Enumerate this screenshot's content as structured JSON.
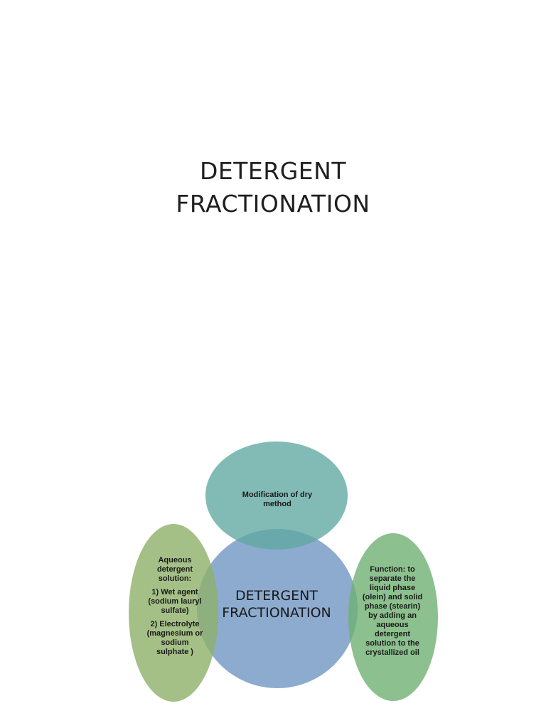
{
  "title": {
    "line1": "DETERGENT",
    "line2": "FRACTIONATION"
  },
  "diagram": {
    "center": {
      "line1": "DETERGENT",
      "line2": "FRACTIONATION",
      "color": "#7399c4"
    },
    "top": {
      "text": "Modification of dry method",
      "color": "#5fa8a0"
    },
    "left": {
      "heading_lines": [
        "Aqueous",
        "detergent",
        "solution:"
      ],
      "item1_lines": [
        "1) Wet agent",
        "(sodium lauryl",
        "sulfate)"
      ],
      "item2_lines": [
        "2) Electrolyte",
        "(magnesium or",
        "sodium",
        "sulphate )"
      ],
      "color": "#8fb069"
    },
    "right": {
      "lines": [
        "Function: to",
        "separate the",
        "liquid phase",
        "(olein) and solid",
        "phase (stearin)",
        "by adding an",
        "aqueous",
        "detergent",
        "solution to the",
        "crystallized oil"
      ],
      "color": "#6fb072"
    }
  }
}
